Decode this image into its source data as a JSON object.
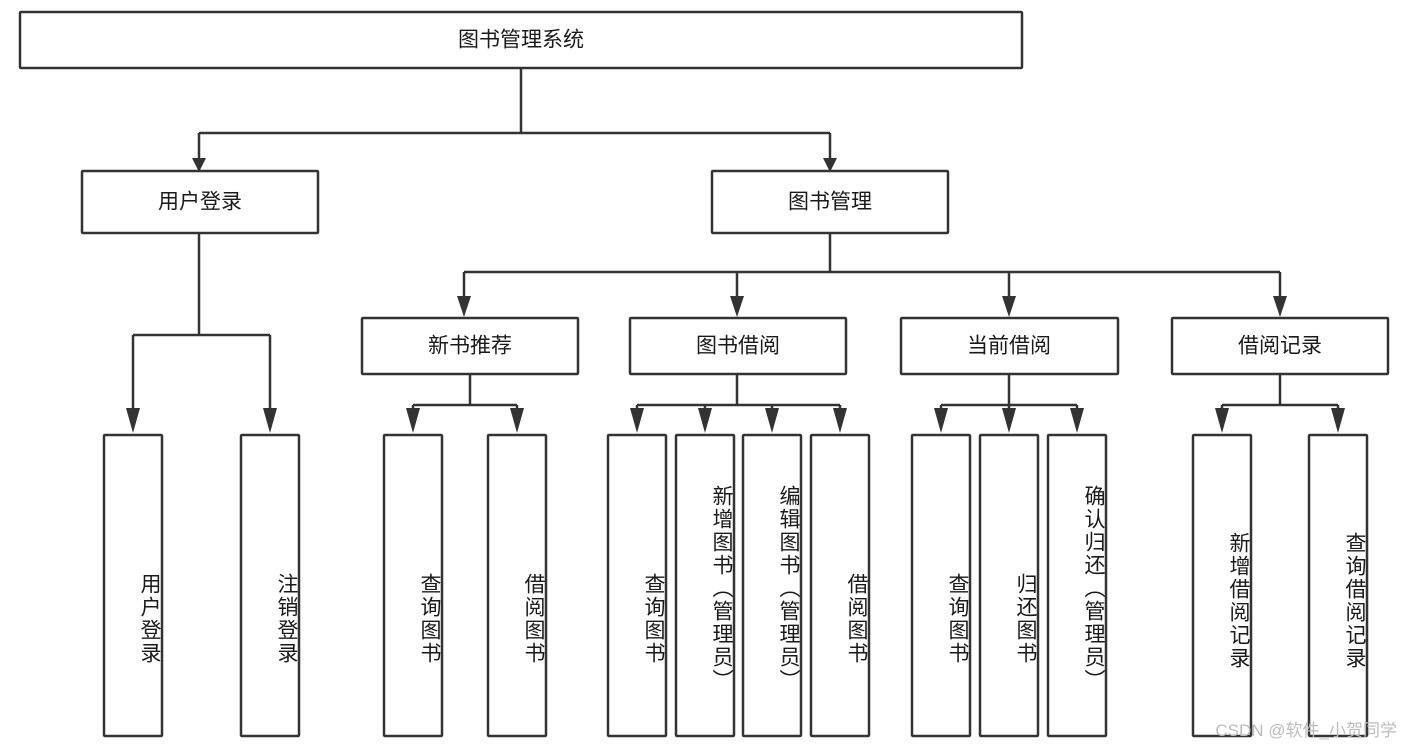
{
  "diagram": {
    "title": "图书管理系统",
    "watermark": "CSDN @软件_小贺同学",
    "type": "tree-hierarchy",
    "root": {
      "id": "root",
      "label": "图书管理系统",
      "shape": "rectangle",
      "orientation": "horizontal"
    },
    "level2": [
      {
        "id": "user-login",
        "label": "用户登录",
        "shape": "rectangle",
        "orientation": "horizontal"
      },
      {
        "id": "book-manage",
        "label": "图书管理",
        "shape": "rectangle",
        "orientation": "horizontal"
      }
    ],
    "level3": [
      {
        "id": "new-book-rec",
        "label": "新书推荐",
        "parent": "book-manage",
        "shape": "rectangle",
        "orientation": "horizontal"
      },
      {
        "id": "book-borrow",
        "label": "图书借阅",
        "parent": "book-manage",
        "shape": "rectangle",
        "orientation": "horizontal"
      },
      {
        "id": "current-borrow",
        "label": "当前借阅",
        "parent": "book-manage",
        "shape": "rectangle",
        "orientation": "horizontal"
      },
      {
        "id": "borrow-record",
        "label": "借阅记录",
        "parent": "book-manage",
        "shape": "rectangle",
        "orientation": "horizontal"
      }
    ],
    "leaves": [
      {
        "id": "leaf-1",
        "label": "用户登录",
        "parent": "user-login",
        "orientation": "vertical"
      },
      {
        "id": "leaf-2",
        "label": "注销登录",
        "parent": "user-login",
        "orientation": "vertical"
      },
      {
        "id": "leaf-3",
        "label": "查询图书",
        "parent": "new-book-rec",
        "orientation": "vertical"
      },
      {
        "id": "leaf-4",
        "label": "借阅图书",
        "parent": "new-book-rec",
        "orientation": "vertical"
      },
      {
        "id": "leaf-5",
        "label": "查询图书",
        "parent": "book-borrow",
        "orientation": "vertical"
      },
      {
        "id": "leaf-6",
        "label": "新增图书（管理员）",
        "parent": "book-borrow",
        "orientation": "vertical"
      },
      {
        "id": "leaf-7",
        "label": "编辑图书（管理员）",
        "parent": "book-borrow",
        "orientation": "vertical"
      },
      {
        "id": "leaf-8",
        "label": "借阅图书",
        "parent": "book-borrow",
        "orientation": "vertical"
      },
      {
        "id": "leaf-9",
        "label": "查询图书",
        "parent": "current-borrow",
        "orientation": "vertical"
      },
      {
        "id": "leaf-10",
        "label": "归还图书",
        "parent": "current-borrow",
        "orientation": "vertical"
      },
      {
        "id": "leaf-11",
        "label": "确认归还（管理员）",
        "parent": "current-borrow",
        "orientation": "vertical"
      },
      {
        "id": "leaf-12",
        "label": "新增借阅记录",
        "parent": "borrow-record",
        "orientation": "vertical"
      },
      {
        "id": "leaf-13",
        "label": "查询借阅记录",
        "parent": "borrow-record",
        "orientation": "vertical"
      }
    ],
    "colors": {
      "stroke": "#333333",
      "fill": "#ffffff",
      "text": "#1a1a1a",
      "watermark": "#bdbdbd",
      "background": "#ffffff"
    }
  }
}
